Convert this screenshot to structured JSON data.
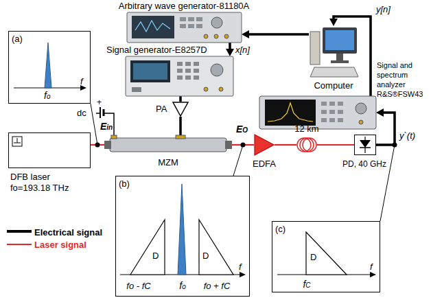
{
  "diagram": {
    "nodes": [
      {
        "text": [
          "Arbitrary wave generator-81180A"
        ]
      },
      {
        "text": [
          "Computer"
        ]
      },
      {
        "text": [
          "Signal generator-E8257D"
        ]
      },
      {
        "text": [
          "Signal and spectrum analyzer R&S®FSW43"
        ]
      },
      {
        "text": [
          "(a)",
          "f",
          "fo"
        ]
      },
      {
        "text": [
          "PA"
        ]
      },
      {
        "text": [
          "DFB laser",
          "fo=193.18 THz"
        ]
      },
      {
        "text": [
          "MZM"
        ]
      },
      {
        "text": [
          "EDFA"
        ]
      },
      {
        "text": [
          "12 km"
        ]
      },
      {
        "text": [
          "PD, 40 GHz"
        ]
      },
      {
        "text": [
          "(b)",
          "D",
          "D",
          "f",
          "fo - fC",
          "fo",
          "fo + fC"
        ]
      },
      {
        "text": [
          "(c)",
          "D",
          "f",
          "fC"
        ]
      }
    ],
    "edges": [
      {
        "from": 3,
        "to": 1,
        "arrow": "to",
        "label": "y[n]"
      },
      {
        "from": 1,
        "to": 0,
        "arrow": "to"
      },
      {
        "from": 0,
        "to": 2,
        "arrow": "to",
        "label": "x[n]"
      },
      {
        "from": 2,
        "to": 5,
        "arrow": "none"
      },
      {
        "from": 5,
        "to": 7,
        "arrow": "none"
      },
      {
        "from": 6,
        "to": 7,
        "arrow": "none",
        "label": "Ein"
      },
      {
        "from": 7,
        "to": 8,
        "arrow": "none",
        "label": "EO"
      },
      {
        "from": 8,
        "to": 9,
        "arrow": "none"
      },
      {
        "from": 9,
        "to": 10,
        "arrow": "none"
      },
      {
        "from": 10,
        "to": 3,
        "arrow": "to",
        "label": "y`(t)"
      }
    ],
    "labels": [
      "dc",
      "+"
    ],
    "legend": [
      {
        "text": "Electrical signal"
      },
      {
        "text": "Laser signal"
      }
    ]
  }
}
